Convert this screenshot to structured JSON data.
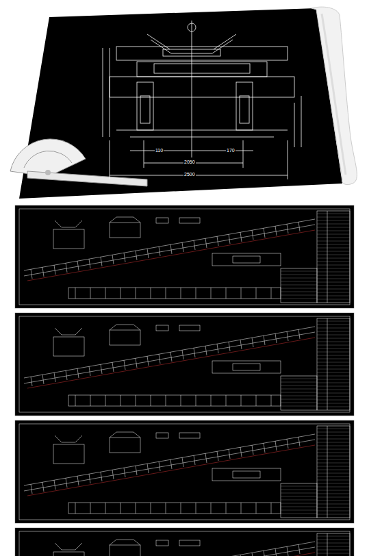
{
  "diagram": {
    "labels": [
      "110",
      "170",
      "2050",
      "2500"
    ]
  }
}
